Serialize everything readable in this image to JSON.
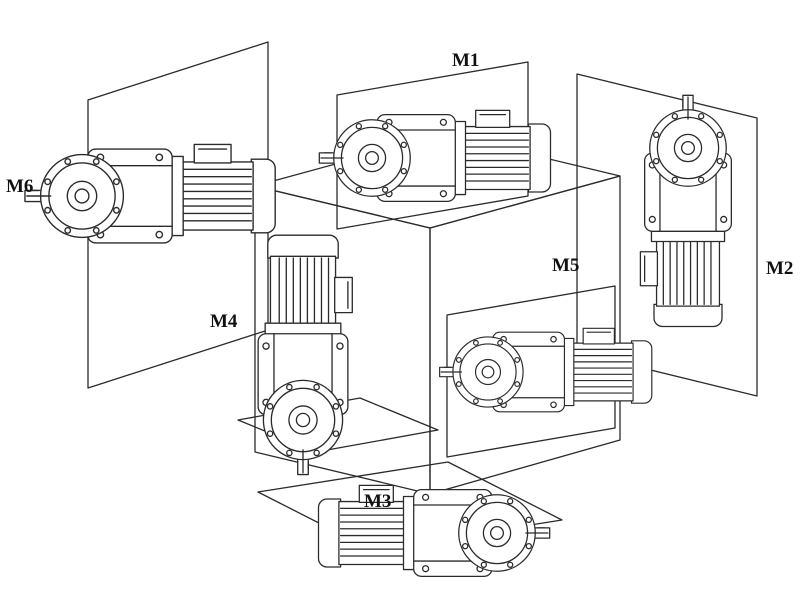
{
  "diagram": {
    "labels": {
      "m1": "M1",
      "m2": "M2",
      "m3": "M3",
      "m4": "M4",
      "m5": "M5",
      "m6": "M6"
    },
    "colors": {
      "line": "#2b2b2b",
      "label": "#111111",
      "background": "#ffffff"
    }
  }
}
